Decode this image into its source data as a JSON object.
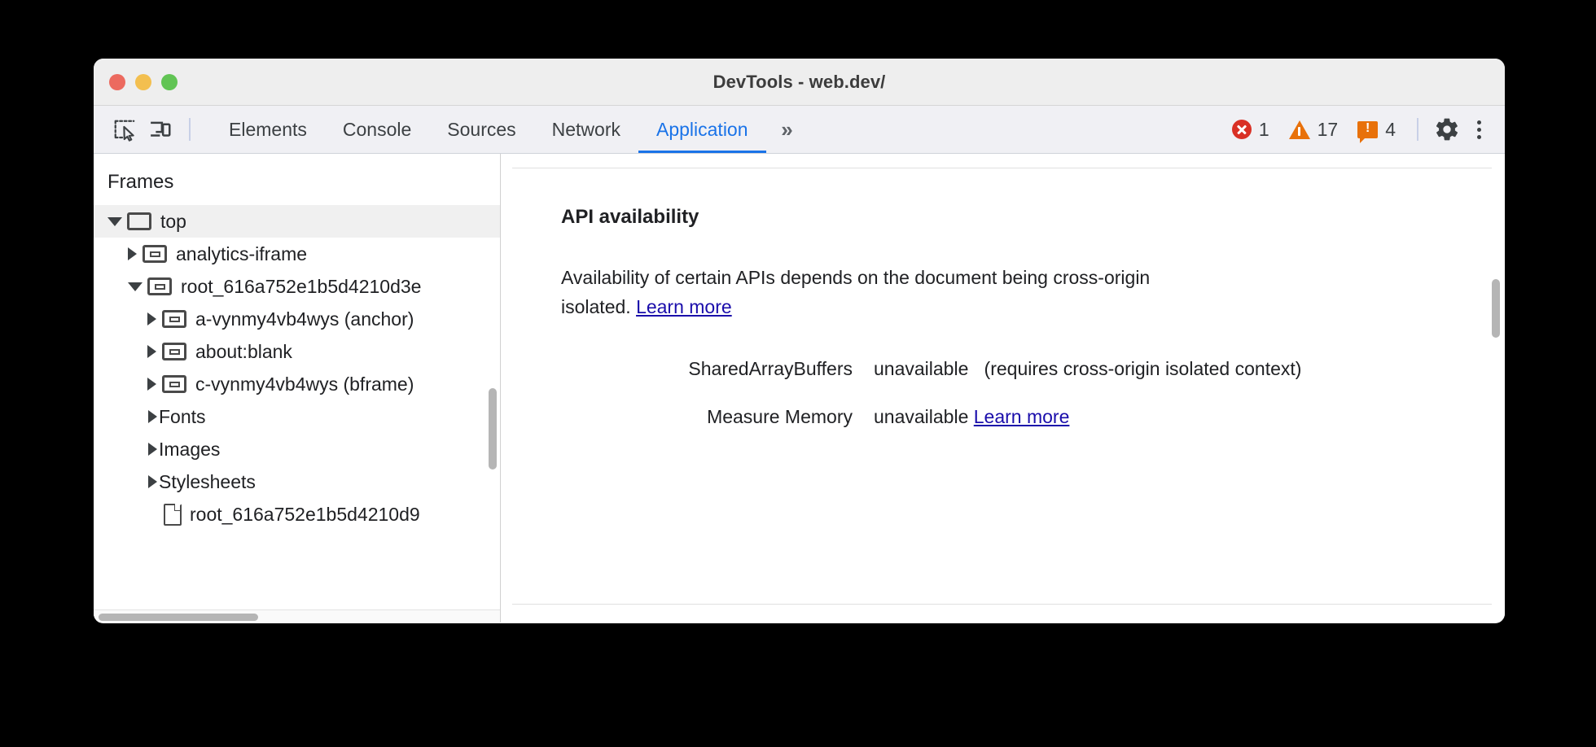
{
  "window": {
    "title": "DevTools - web.dev/",
    "traffic_lights": [
      "close-red",
      "minimize-yellow",
      "zoom-green"
    ]
  },
  "toolbar": {
    "icons": [
      {
        "name": "inspect-element-icon",
        "label": "Inspect element"
      },
      {
        "name": "device-toolbar-icon",
        "label": "Toggle device toolbar"
      }
    ],
    "tabs": [
      {
        "label": "Elements",
        "active": false
      },
      {
        "label": "Console",
        "active": false
      },
      {
        "label": "Sources",
        "active": false
      },
      {
        "label": "Network",
        "active": false
      },
      {
        "label": "Application",
        "active": true
      }
    ],
    "more_tabs": "»",
    "counters": [
      {
        "type": "error",
        "count": "1",
        "color": "#d93025"
      },
      {
        "type": "warning",
        "count": "17",
        "color": "#e8710a"
      },
      {
        "type": "issue",
        "count": "4",
        "color": "#e8710a"
      }
    ],
    "settings_label": "Settings",
    "menu_label": "Customize and control DevTools"
  },
  "sidebar": {
    "header": "Frames",
    "items": [
      {
        "label": "top",
        "icon": "frame-icon",
        "expanded": true,
        "selected": true,
        "depth": 1
      },
      {
        "label": "analytics-iframe",
        "icon": "subframe-icon",
        "expanded": false,
        "selected": false,
        "depth": 2
      },
      {
        "label": "root_616a752e1b5d4210d3e",
        "icon": "subframe-icon",
        "expanded": true,
        "selected": false,
        "depth": 2
      },
      {
        "label": "a-vynmy4vb4wys (anchor)",
        "icon": "subframe-icon",
        "expanded": false,
        "selected": false,
        "depth": 3
      },
      {
        "label": "about:blank",
        "icon": "subframe-icon",
        "expanded": false,
        "selected": false,
        "depth": 3
      },
      {
        "label": "c-vynmy4vb4wys (bframe)",
        "icon": "subframe-icon",
        "expanded": false,
        "selected": false,
        "depth": 3
      },
      {
        "label": "Fonts",
        "icon": "none",
        "expanded": false,
        "selected": false,
        "depth": 2
      },
      {
        "label": "Images",
        "icon": "none",
        "expanded": false,
        "selected": false,
        "depth": 2
      },
      {
        "label": "Stylesheets",
        "icon": "none",
        "expanded": false,
        "selected": false,
        "depth": 2
      },
      {
        "label": "root_616a752e1b5d4210d9",
        "icon": "document-icon",
        "expanded": false,
        "selected": false,
        "depth": 3
      }
    ]
  },
  "main": {
    "section_title": "API availability",
    "description_part1": "Availability of certain APIs depends on the document being cross-origin isolated. ",
    "description_link": "Learn more",
    "rows": [
      {
        "key": "SharedArrayBuffers",
        "value": "unavailable",
        "note": "(requires cross-origin isolated context)",
        "link": ""
      },
      {
        "key": "Measure Memory",
        "value": "unavailable",
        "note": "",
        "link": "Learn more"
      }
    ]
  },
  "colors": {
    "accent": "#1a73e8",
    "link": "#1a0dab",
    "error": "#d93025",
    "warning": "#e8710a",
    "toolbar_bg": "#f0f0f4",
    "titlebar_bg": "#eeeeee"
  }
}
